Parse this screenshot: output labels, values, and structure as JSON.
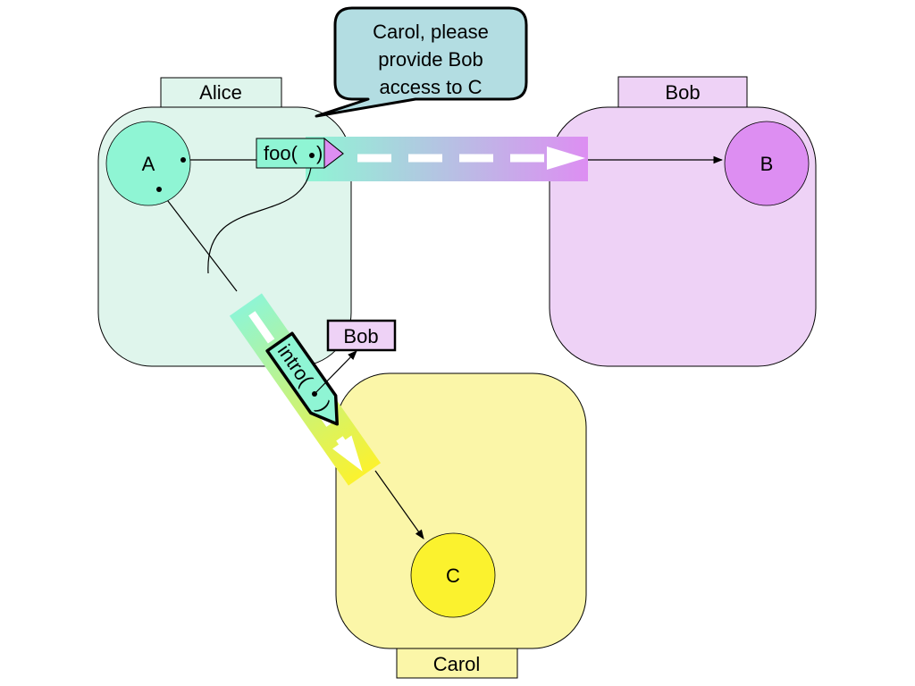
{
  "speech_bubble": {
    "lines": [
      "Carol, please",
      "provide Bob",
      "access to C"
    ]
  },
  "vats": {
    "alice": {
      "tab_label": "Alice",
      "object_label": "A",
      "fill": "#dff5ec",
      "tab_fill": "#dff5ec",
      "object_fill": "#8ff5d4"
    },
    "bob": {
      "tab_label": "Bob",
      "object_label": "B",
      "fill": "#eed2f6",
      "tab_fill": "#eed2f6",
      "object_fill": "#dd8ef2"
    },
    "carol": {
      "tab_label": "Carol",
      "object_label": "C",
      "fill": "#fbf6a8",
      "tab_fill": "#fbf6a8",
      "object_fill": "#fbf22e"
    }
  },
  "messages": {
    "foo": {
      "label_left": "foo(",
      "label_right": ")"
    },
    "intro": {
      "label": "intro(",
      "label_close": ")"
    }
  },
  "bob_ref_label": "Bob",
  "colors": {
    "outline": "#000000",
    "arrow_teal": "#8ff5d4",
    "arrow_violet": "#dd8ef2",
    "arrow_yellow": "#fbf22e",
    "bubble_fill": "#b3dde2"
  }
}
